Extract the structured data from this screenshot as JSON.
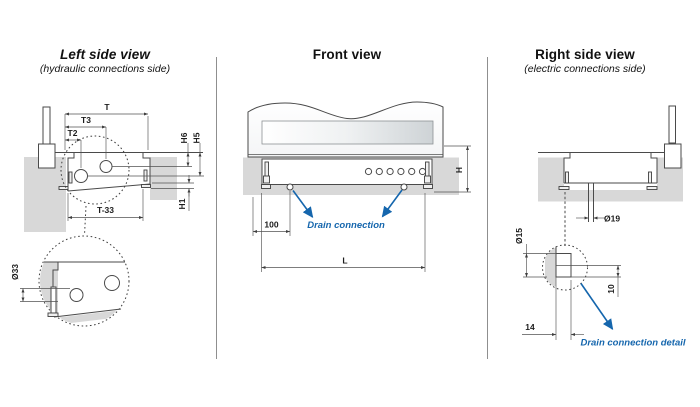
{
  "colors": {
    "line": "#4a4a4a",
    "gray": "#d8d8d8",
    "accent": "#1566ad",
    "divider": "#8f8f8f",
    "title": "#111111"
  },
  "panels": {
    "left": {
      "title": "Left side view",
      "subtitle": "(hydraulic connections side)",
      "dims": {
        "t": "T",
        "t3": "T3",
        "t2": "T2",
        "h6": "H6",
        "h5": "H5",
        "h1": "H1",
        "t33": "T-33",
        "d33": "Ø33"
      }
    },
    "front": {
      "title": "Front view",
      "dims": {
        "h": "H",
        "l": "L",
        "drain_offset": "100"
      },
      "labels": {
        "drain": "Drain connection"
      }
    },
    "right": {
      "title": "Right side view",
      "subtitle": "(electric connections side)",
      "dims": {
        "d19": "Ø19",
        "d15": "Ø15",
        "detail_height": "10",
        "detail_width": "14"
      },
      "labels": {
        "drain_detail": "Drain connection detail"
      }
    }
  }
}
